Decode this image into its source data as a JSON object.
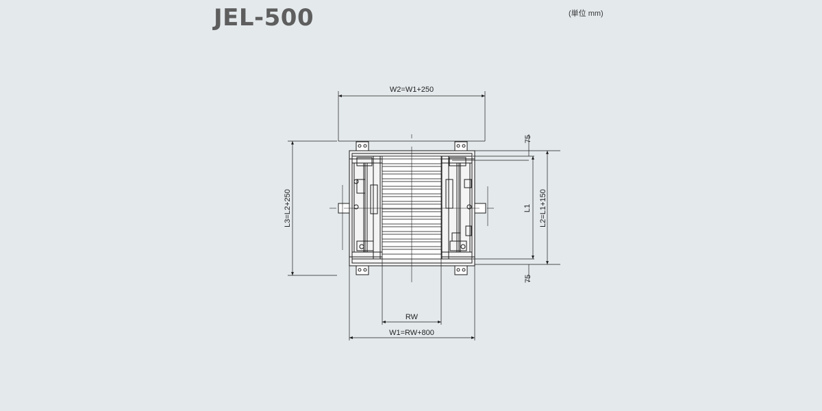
{
  "header": {
    "title": "JEL-500",
    "unit_note": "(単位 mm)"
  },
  "dimensions": {
    "w2": "W2=W1+250",
    "w1": "W1=RW+800",
    "rw": "RW",
    "l3": "L3=L2+250",
    "l1": "L1",
    "l2": "L2=L1+150",
    "top_offset": "75",
    "bottom_offset": "75"
  },
  "colors": {
    "background": "#e4e9ec",
    "line": "#1a1a1a",
    "frame_fill": "#f4f4f4"
  }
}
